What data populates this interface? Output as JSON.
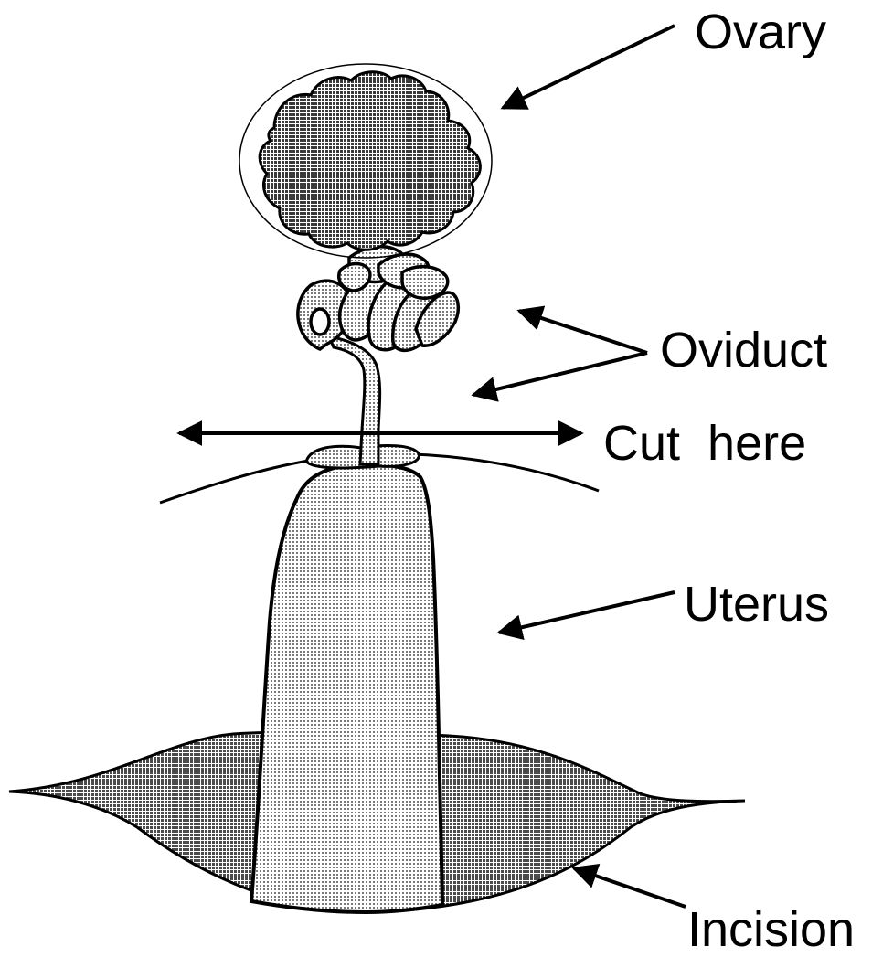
{
  "labels": {
    "ovary": "Ovary",
    "oviduct": "Oviduct",
    "cut": "Cut  here",
    "uterus": "Uterus",
    "incision": "Incision"
  },
  "colors": {
    "ink": "#000000",
    "background": "#ffffff",
    "ovary_fill": "#505050",
    "uterus_fill": "#c8c8c8",
    "incision_fill": "#6a6a6a"
  }
}
